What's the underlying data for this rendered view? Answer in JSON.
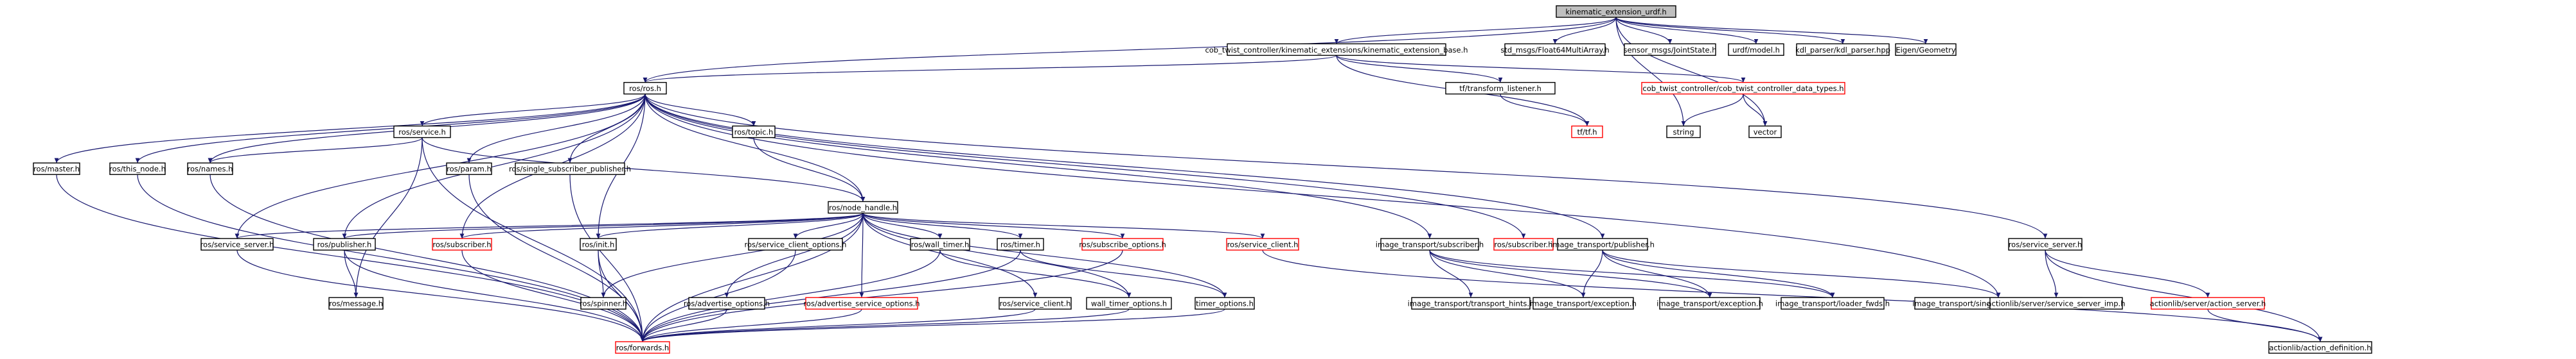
{
  "colors": {
    "edge": "#191970",
    "root_fill": "#bfbfbf",
    "node_fill": "#ffffff",
    "node_border": "#000000",
    "link_border": "#ff0000",
    "text": "#000000"
  },
  "nodes": [
    {
      "id": "root",
      "label": "kinematic_extension_urdf.h",
      "style": "root"
    },
    {
      "id": "base",
      "label": "cob_twist_controller/kinematic_extensions/kinematic_extension_base.h",
      "style": "normal"
    },
    {
      "id": "float64",
      "label": "std_msgs/Float64MultiArray.h",
      "style": "normal"
    },
    {
      "id": "jointstate",
      "label": "sensor_msgs/JointState.h",
      "style": "normal"
    },
    {
      "id": "urdfmodel",
      "label": "urdf/model.h",
      "style": "normal"
    },
    {
      "id": "kdlparser",
      "label": "kdl_parser/kdl_parser.hpp",
      "style": "normal"
    },
    {
      "id": "eigen",
      "label": "Eigen/Geometry",
      "style": "normal"
    },
    {
      "id": "rosros",
      "label": "ros/ros.h",
      "style": "normal"
    },
    {
      "id": "tflistener",
      "label": "tf/transform_listener.h",
      "style": "normal"
    },
    {
      "id": "datatypes",
      "label": "cob_twist_controller/cob_twist_controller_data_types.h",
      "style": "link"
    },
    {
      "id": "tftf",
      "label": "tf/tf.h",
      "style": "link"
    },
    {
      "id": "string",
      "label": "string",
      "style": "normal"
    },
    {
      "id": "vector",
      "label": "vector",
      "style": "normal"
    },
    {
      "id": "master",
      "label": "ros/master.h",
      "style": "normal"
    },
    {
      "id": "thisnode",
      "label": "ros/this_node.h",
      "style": "normal"
    },
    {
      "id": "names",
      "label": "ros/names.h",
      "style": "normal"
    },
    {
      "id": "service",
      "label": "ros/service.h",
      "style": "normal"
    },
    {
      "id": "param",
      "label": "ros/param.h",
      "style": "normal"
    },
    {
      "id": "singlepub",
      "label": "ros/single_subscriber_publisher.h",
      "style": "normal"
    },
    {
      "id": "topic",
      "label": "ros/topic.h",
      "style": "normal"
    },
    {
      "id": "nodehandle",
      "label": "ros/node_handle.h",
      "style": "normal"
    },
    {
      "id": "serviceserver",
      "label": "ros/service_server.h",
      "style": "normal"
    },
    {
      "id": "publisher",
      "label": "ros/publisher.h",
      "style": "normal"
    },
    {
      "id": "subscriber",
      "label": "ros/subscriber.h",
      "style": "link"
    },
    {
      "id": "init",
      "label": "ros/init.h",
      "style": "normal"
    },
    {
      "id": "sco",
      "label": "ros/service_client_options.h",
      "style": "normal"
    },
    {
      "id": "walltimer",
      "label": "ros/wall_timer.h",
      "style": "normal"
    },
    {
      "id": "timer",
      "label": "ros/timer.h",
      "style": "normal"
    },
    {
      "id": "subopts",
      "label": "ros/subscribe_options.h",
      "style": "link"
    },
    {
      "id": "serviceclient",
      "label": "ros/service_client.h",
      "style": "link"
    },
    {
      "id": "itsub",
      "label": "image_transport/subscriber.h",
      "style": "normal"
    },
    {
      "id": "rossubscriber2",
      "label": "ros/subscriber.h",
      "style": "link"
    },
    {
      "id": "itpub",
      "label": "image_transport/publisher.h",
      "style": "normal"
    },
    {
      "id": "alserver",
      "label": "ros/service_server.h",
      "style": "normal"
    },
    {
      "id": "message",
      "label": "ros/message.h",
      "style": "normal"
    },
    {
      "id": "spinner",
      "label": "ros/spinner.h",
      "style": "normal"
    },
    {
      "id": "advopts",
      "label": "ros/advertise_options.h",
      "style": "normal"
    },
    {
      "id": "advsvcopts",
      "label": "ros/advertise_service_options.h",
      "style": "link"
    },
    {
      "id": "svcclient2",
      "label": "ros/service_client.h",
      "style": "normal"
    },
    {
      "id": "wto",
      "label": "wall_timer_options.h",
      "style": "normal"
    },
    {
      "id": "timeropts",
      "label": "timer_options.h",
      "style": "normal"
    },
    {
      "id": "forwards",
      "label": "ros/forwards.h",
      "style": "link"
    },
    {
      "id": "tranhints",
      "label": "image_transport/transport_hints.h",
      "style": "normal"
    },
    {
      "id": "exception1",
      "label": "image_transport/exception.h",
      "style": "normal"
    },
    {
      "id": "exception2",
      "label": "image_transport/exception.h",
      "style": "normal"
    },
    {
      "id": "loaderfns",
      "label": "image_transport/loader_fwds.h",
      "style": "normal"
    },
    {
      "id": "itssp",
      "label": "image_transport/single_subscriber_publisher.h",
      "style": "normal"
    },
    {
      "id": "ssimp",
      "label": "actionlib/server/service_server_imp.h",
      "style": "normal"
    },
    {
      "id": "actionserver",
      "label": "actionlib/server/action_server.h",
      "style": "link"
    },
    {
      "id": "actiondef",
      "label": "actionlib/action_definition.h",
      "style": "normal"
    }
  ],
  "edges": [
    [
      "root",
      "base"
    ],
    [
      "root",
      "float64"
    ],
    [
      "root",
      "jointstate"
    ],
    [
      "root",
      "urdfmodel"
    ],
    [
      "root",
      "kdlparser"
    ],
    [
      "root",
      "eigen"
    ],
    [
      "root",
      "rosros"
    ],
    [
      "root",
      "string"
    ],
    [
      "root",
      "vector"
    ],
    [
      "base",
      "rosros"
    ],
    [
      "base",
      "tflistener"
    ],
    [
      "base",
      "datatypes"
    ],
    [
      "base",
      "tftf"
    ],
    [
      "tflistener",
      "tftf"
    ],
    [
      "datatypes",
      "string"
    ],
    [
      "datatypes",
      "vector"
    ],
    [
      "rosros",
      "master"
    ],
    [
      "rosros",
      "thisnode"
    ],
    [
      "rosros",
      "names"
    ],
    [
      "rosros",
      "service"
    ],
    [
      "rosros",
      "param"
    ],
    [
      "rosros",
      "singlepub"
    ],
    [
      "rosros",
      "topic"
    ],
    [
      "rosros",
      "nodehandle"
    ],
    [
      "rosros",
      "serviceserver"
    ],
    [
      "rosros",
      "publisher"
    ],
    [
      "rosros",
      "subscriber"
    ],
    [
      "rosros",
      "init"
    ],
    [
      "rosros",
      "rossubscriber2"
    ],
    [
      "rosros",
      "itsub"
    ],
    [
      "rosros",
      "itpub"
    ],
    [
      "rosros",
      "alserver"
    ],
    [
      "rosros",
      "itssp"
    ],
    [
      "service",
      "names"
    ],
    [
      "service",
      "message"
    ],
    [
      "service",
      "nodehandle"
    ],
    [
      "service",
      "forwards"
    ],
    [
      "topic",
      "nodehandle"
    ],
    [
      "nodehandle",
      "serviceserver"
    ],
    [
      "nodehandle",
      "publisher"
    ],
    [
      "nodehandle",
      "subscriber"
    ],
    [
      "nodehandle",
      "init"
    ],
    [
      "nodehandle",
      "sco"
    ],
    [
      "nodehandle",
      "walltimer"
    ],
    [
      "nodehandle",
      "timer"
    ],
    [
      "nodehandle",
      "subopts"
    ],
    [
      "nodehandle",
      "serviceclient"
    ],
    [
      "nodehandle",
      "spinner"
    ],
    [
      "nodehandle",
      "advopts"
    ],
    [
      "nodehandle",
      "advsvcopts"
    ],
    [
      "nodehandle",
      "svcclient2"
    ],
    [
      "nodehandle",
      "wto"
    ],
    [
      "nodehandle",
      "timeropts"
    ],
    [
      "nodehandle",
      "forwards"
    ],
    [
      "master",
      "forwards"
    ],
    [
      "thisnode",
      "forwards"
    ],
    [
      "names",
      "forwards"
    ],
    [
      "param",
      "forwards"
    ],
    [
      "singlepub",
      "forwards"
    ],
    [
      "serviceserver",
      "forwards"
    ],
    [
      "publisher",
      "message"
    ],
    [
      "publisher",
      "forwards"
    ],
    [
      "subscriber",
      "forwards"
    ],
    [
      "init",
      "spinner"
    ],
    [
      "init",
      "forwards"
    ],
    [
      "sco",
      "forwards"
    ],
    [
      "walltimer",
      "wto"
    ],
    [
      "walltimer",
      "forwards"
    ],
    [
      "timer",
      "timeropts"
    ],
    [
      "timer",
      "forwards"
    ],
    [
      "subopts",
      "forwards"
    ],
    [
      "serviceclient",
      "actiondef"
    ],
    [
      "advopts",
      "forwards"
    ],
    [
      "advsvcopts",
      "forwards"
    ],
    [
      "svcclient2",
      "forwards"
    ],
    [
      "wto",
      "forwards"
    ],
    [
      "timeropts",
      "forwards"
    ],
    [
      "itsub",
      "tranhints"
    ],
    [
      "itsub",
      "exception1"
    ],
    [
      "itsub",
      "exception2"
    ],
    [
      "itsub",
      "loaderfns"
    ],
    [
      "itpub",
      "exception1"
    ],
    [
      "itpub",
      "exception2"
    ],
    [
      "itpub",
      "loaderfns"
    ],
    [
      "itpub",
      "itssp"
    ],
    [
      "alserver",
      "ssimp"
    ],
    [
      "alserver",
      "actionserver"
    ],
    [
      "alserver",
      "actiondef"
    ],
    [
      "actionserver",
      "actiondef"
    ]
  ]
}
